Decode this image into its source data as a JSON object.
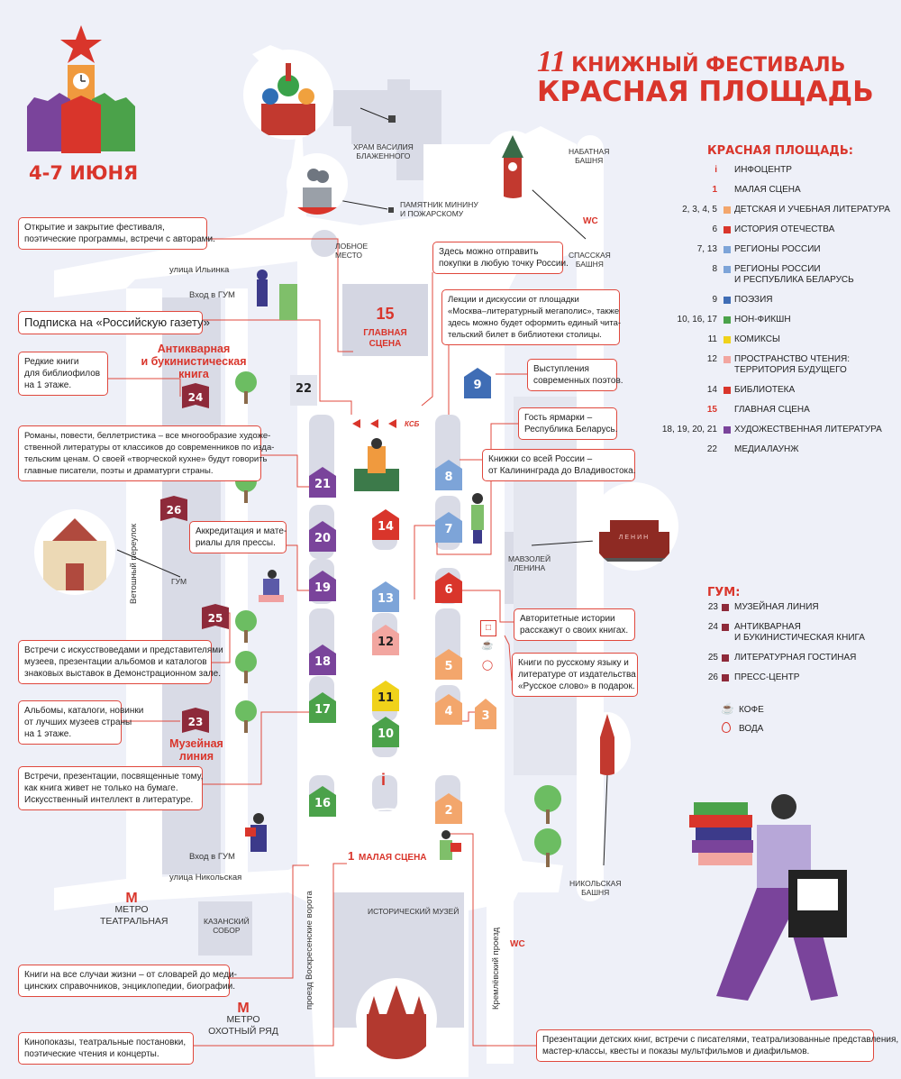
{
  "header": {
    "number": "11",
    "line1": "КНИЖНЫЙ ФЕСТИВАЛЬ",
    "line2": "КРАСНАЯ ПЛОЩАДЬ",
    "dates": "4-7 ИЮНЯ"
  },
  "map_labels": {
    "hram": "ХРАМ ВАСИЛИЯ\nБЛАЖЕННОГО",
    "minin": "ПАМЯТНИК МИНИНУ\nИ ПОЖАРСКОМУ",
    "lobnoe": "ЛОБНОЕ\nМЕСТО",
    "nabatnaya": "НАБАТНАЯ\nБАШНЯ",
    "spasskaya": "СПАССКАЯ\nБАШНЯ",
    "wc1": "WC",
    "wc2": "WC",
    "mavzoley": "МАВЗОЛЕЙ\nЛЕНИНА",
    "gum": "ГУМ",
    "nikolskaya_tower": "НИКОЛЬСКАЯ\nБАШНЯ",
    "kazansky": "КАЗАНСКИЙ\nСОБОР",
    "hist_museum": "ИСТОРИЧЕСКИЙ МУЗЕЙ",
    "metro1": "МЕТРО\nТЕАТРАЛЬНАЯ",
    "metro2": "МЕТРО\nОХОТНЫЙ РЯД",
    "street_ilinka": "улица Ильинка",
    "street_nikolskaya": "улица Никольская",
    "street_vetoshny": "Ветошный переулок",
    "street_voskresenskie": "проезд Воскресенские ворота",
    "street_kremlevsky": "Кремлёвский проезд",
    "vhod_gum1": "Вход в ГУМ",
    "vhod_gum2": "Вход в ГУМ",
    "main_stage_num": "15",
    "main_stage": "ГЛАВНАЯ\nСЦЕНА",
    "small_stage_num": "1",
    "small_stage": "МАЛАЯ СЦЕНА",
    "antique": "Антикварная\nи букинистическая\nкнига",
    "museum_line": "Музейная\nлиния",
    "info_sym": "i",
    "kcb": "КСБ",
    "lenin_sign": "ЛЕНИН"
  },
  "stages": [
    {
      "n": "2",
      "color": "#f3a66c"
    },
    {
      "n": "3",
      "color": "#f3a66c"
    },
    {
      "n": "4",
      "color": "#f3a66c"
    },
    {
      "n": "5",
      "color": "#f3a66c"
    },
    {
      "n": "6",
      "color": "#d9352b"
    },
    {
      "n": "7",
      "color": "#7da4d8"
    },
    {
      "n": "8",
      "color": "#7da4d8"
    },
    {
      "n": "9",
      "color": "#3f6db5"
    },
    {
      "n": "10",
      "color": "#4ba24a"
    },
    {
      "n": "11",
      "color": "#f0d21a"
    },
    {
      "n": "12",
      "color": "#f2a6a0"
    },
    {
      "n": "13",
      "color": "#7da4d8"
    },
    {
      "n": "14",
      "color": "#d9352b"
    },
    {
      "n": "16",
      "color": "#4ba24a"
    },
    {
      "n": "17",
      "color": "#4ba24a"
    },
    {
      "n": "18",
      "color": "#7a449b"
    },
    {
      "n": "19",
      "color": "#7a449b"
    },
    {
      "n": "20",
      "color": "#7a449b"
    },
    {
      "n": "21",
      "color": "#7a449b"
    },
    {
      "n": "22",
      "color": "#e3e5ee"
    }
  ],
  "gum_books": [
    "23",
    "24",
    "25",
    "26"
  ],
  "callouts": {
    "c1": "Открытие и закрытие фестиваля,\nпоэтические программы, встречи с авторами.",
    "c2": "Подписка на «Российскую газету»",
    "c3": "Редкие книги\nдля библиофилов\nна 1 этаже.",
    "c4": "Романы, повести, беллетристика – все многообразие художе-\nственной литературы от классиков до современников по изда-\nтельским ценам. О своей «творческой кухне» будут говорить\nглавные писатели, поэты и драматурги страны.",
    "c5": "Аккредитация и мате-\nриалы для прессы.",
    "c6": "Встречи с искусствоведами и представителями\nмузеев, презентации альбомов и каталогов\nзнаковых выставок в Демонстрационном зале.",
    "c7": "Альбомы, каталоги, новинки\nот лучших музеев страны\nна 1 этаже.",
    "c8": "Встречи, презентации, посвященные тому,\nкак книга живет не только на бумаге.\nИскусственный интеллект в литературе.",
    "c9": "Книги на все случаи жизни – от словарей до меди-\nцинских справочников, энциклопедии, биографии.",
    "c10": "Кинопоказы, театральные постановки,\nпоэтические чтения и концерты.",
    "c11": "Здесь можно отправить\nпокупки в любую точку России.",
    "c12": "Лекции и дискуссии от площадки\n«Москва–литературный мегаполис», также\nздесь можно будет оформить единый чита-\nтельский билет в библиотеки столицы.",
    "c13": "Выступления\nсовременных поэтов.",
    "c14": "Гость ярмарки –\nРеспублика Беларусь.",
    "c15": "Книжки со всей России –\nот Калининграда до Владивостока.",
    "c16": "Авторитетные истории\nрасскажут о своих книгах.",
    "c17": "Книги по русскому языку и\nлитературе от издательства\n«Русское слово» в подарок.",
    "c18": "Презентации детских книг, встречи с писателями, театрализованные представления,\nмастер-классы, квесты и показы мультфильмов и диафильмов."
  },
  "legend": {
    "title_red_square": "КРАСНАЯ ПЛОЩАДЬ:",
    "items": [
      {
        "num": "i",
        "label": "ИНФОЦЕНТР",
        "color": ""
      },
      {
        "num": "1",
        "label": "МАЛАЯ СЦЕНА",
        "color": ""
      },
      {
        "num": "2, 3, 4, 5",
        "label": "ДЕТСКАЯ И УЧЕБНАЯ ЛИТЕРАТУРА",
        "color": "#f3a66c"
      },
      {
        "num": "6",
        "label": "ИСТОРИЯ ОТЕЧЕСТВА",
        "color": "#d9352b"
      },
      {
        "num": "7, 13",
        "label": "РЕГИОНЫ РОССИИ",
        "color": "#7da4d8"
      },
      {
        "num": "8",
        "label": "РЕГИОНЫ РОССИИ\nИ РЕСПУБЛИКА БЕЛАРУСЬ",
        "color": "#7da4d8"
      },
      {
        "num": "9",
        "label": "ПОЭЗИЯ",
        "color": "#3f6db5"
      },
      {
        "num": "10, 16, 17",
        "label": "НОН-ФИКШН",
        "color": "#4ba24a"
      },
      {
        "num": "11",
        "label": "КОМИКСЫ",
        "color": "#f0d21a"
      },
      {
        "num": "12",
        "label": "ПРОСТРАНСТВО ЧТЕНИЯ:\nТЕРРИТОРИЯ БУДУЩЕГО",
        "color": "#f2a6a0"
      },
      {
        "num": "14",
        "label": "БИБЛИОТЕКА",
        "color": "#d9352b"
      },
      {
        "num": "15",
        "label": "ГЛАВНАЯ СЦЕНА",
        "color": ""
      },
      {
        "num": "18, 19, 20, 21",
        "label": "ХУДОЖЕСТВЕННАЯ ЛИТЕРАТУРА",
        "color": "#7a449b"
      },
      {
        "num": "22",
        "label": "МЕДИАЛАУНЖ",
        "color": ""
      }
    ],
    "title_gum": "ГУМ:",
    "gum_items": [
      {
        "num": "23",
        "label": "МУЗЕЙНАЯ ЛИНИЯ"
      },
      {
        "num": "24",
        "label": "АНТИКВАРНАЯ\nИ БУКИНИСТИЧЕСКАЯ КНИГА"
      },
      {
        "num": "25",
        "label": "ЛИТЕРАТУРНАЯ ГОСТИНАЯ"
      },
      {
        "num": "26",
        "label": "ПРЕСС-ЦЕНТР"
      }
    ],
    "coffee": "КОФЕ",
    "water": "ВОДА"
  },
  "colors": {
    "accent": "#d9352b",
    "background": "#eef0f8",
    "road": "#ffffff",
    "building": "#d9dbe6"
  }
}
